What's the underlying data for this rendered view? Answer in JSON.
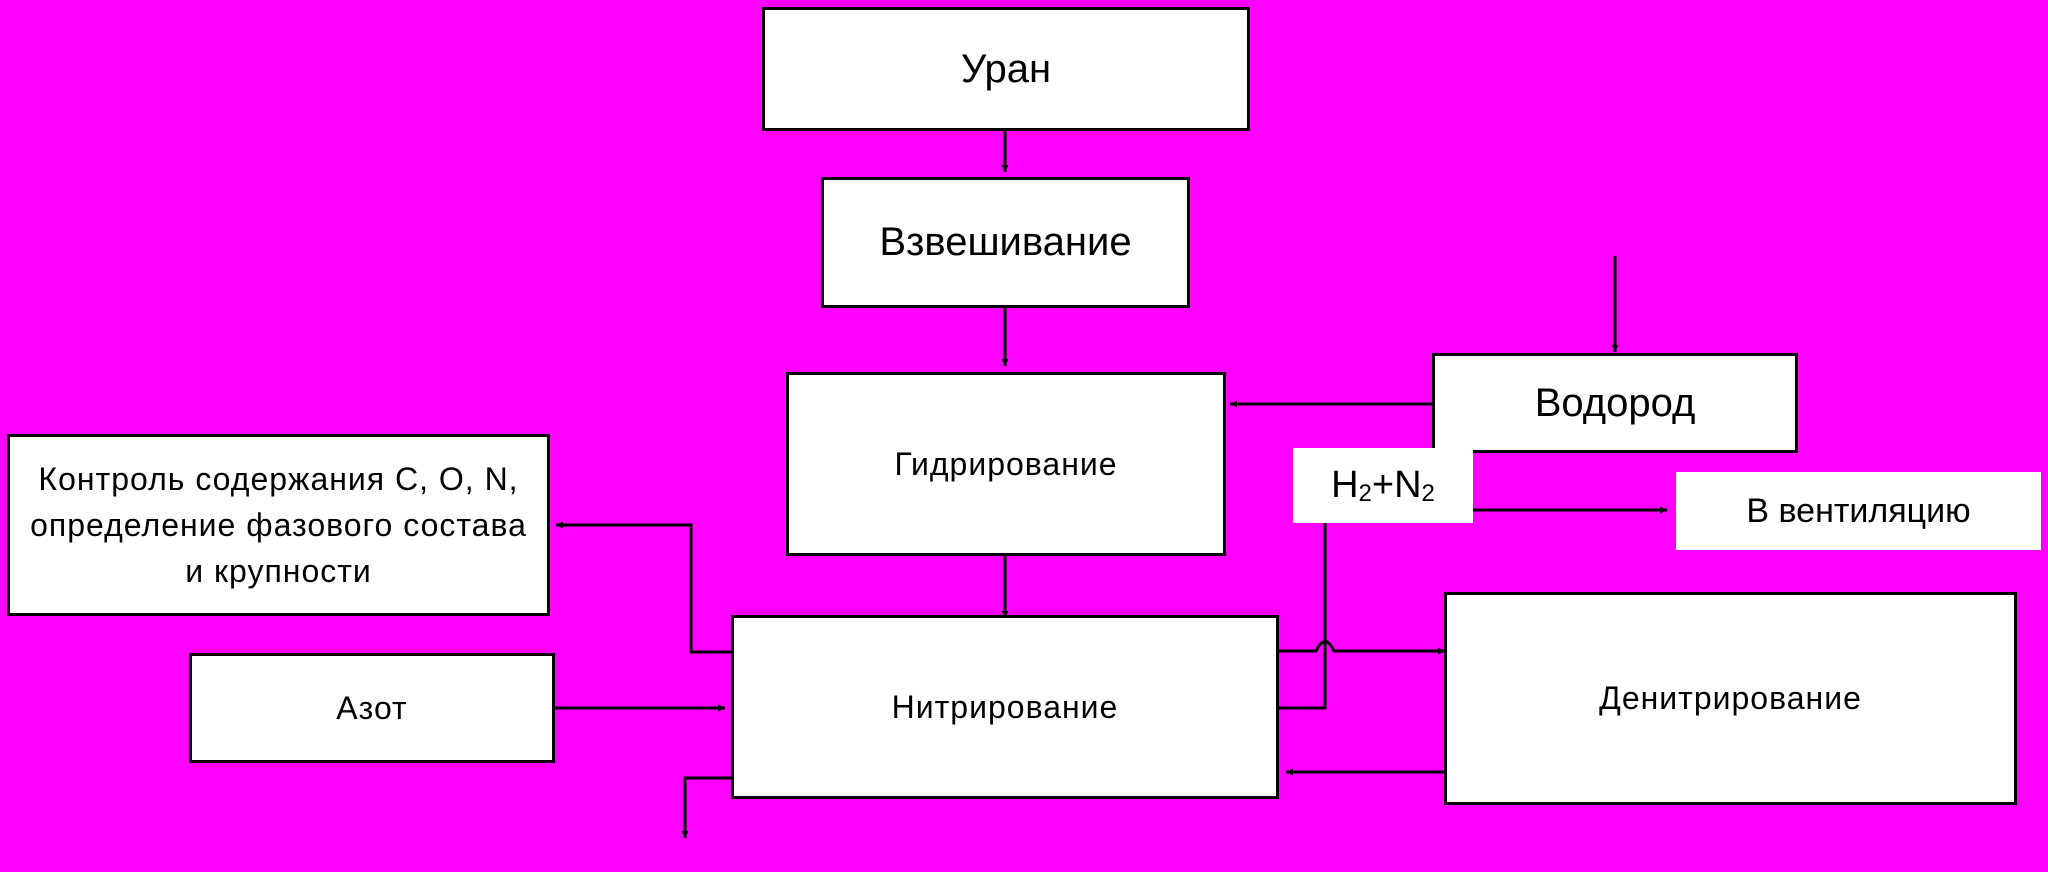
{
  "colors": {
    "background": "#FF00FF",
    "box_fill": "#FFFFFF",
    "line": "#000000"
  },
  "nodes": {
    "uranium": "Уран",
    "weighing": "Взвешивание",
    "hydriding": "Гидрирование",
    "hydrogen": "Водород",
    "nitriding": "Нитрирование",
    "denitriding": "Денитрирование",
    "nitrogen": "Азот",
    "control": "Контроль содержания C, O, N, определение фазового состава и крупности",
    "ventilation": "В вентиляцию"
  },
  "gas_label": {
    "h": "H",
    "h_sub": "2",
    "plus": "+",
    "n": "N",
    "n_sub": "2"
  }
}
